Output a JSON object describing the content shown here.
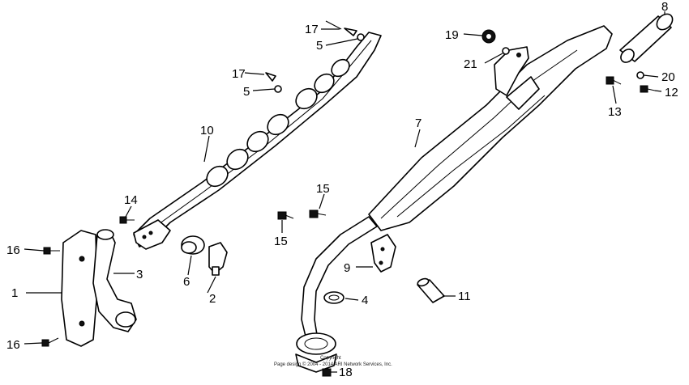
{
  "labels": {
    "p1": "1",
    "p2": "2",
    "p3": "3",
    "p4": "4",
    "p5a": "5",
    "p5b": "5",
    "p6": "6",
    "p7": "7",
    "p8": "8",
    "p9": "9",
    "p10": "10",
    "p11": "11",
    "p12": "12",
    "p13": "13",
    "p14": "14",
    "p15a": "15",
    "p15b": "15",
    "p16a": "16",
    "p16b": "16",
    "p17a": "17",
    "p17b": "17",
    "p18": "18",
    "p19": "19",
    "p20": "20",
    "p21": "21"
  },
  "copyright": {
    "line1": "Copyright",
    "line2": "Page design © 2004 - 2014 ARI Network Services, Inc."
  }
}
